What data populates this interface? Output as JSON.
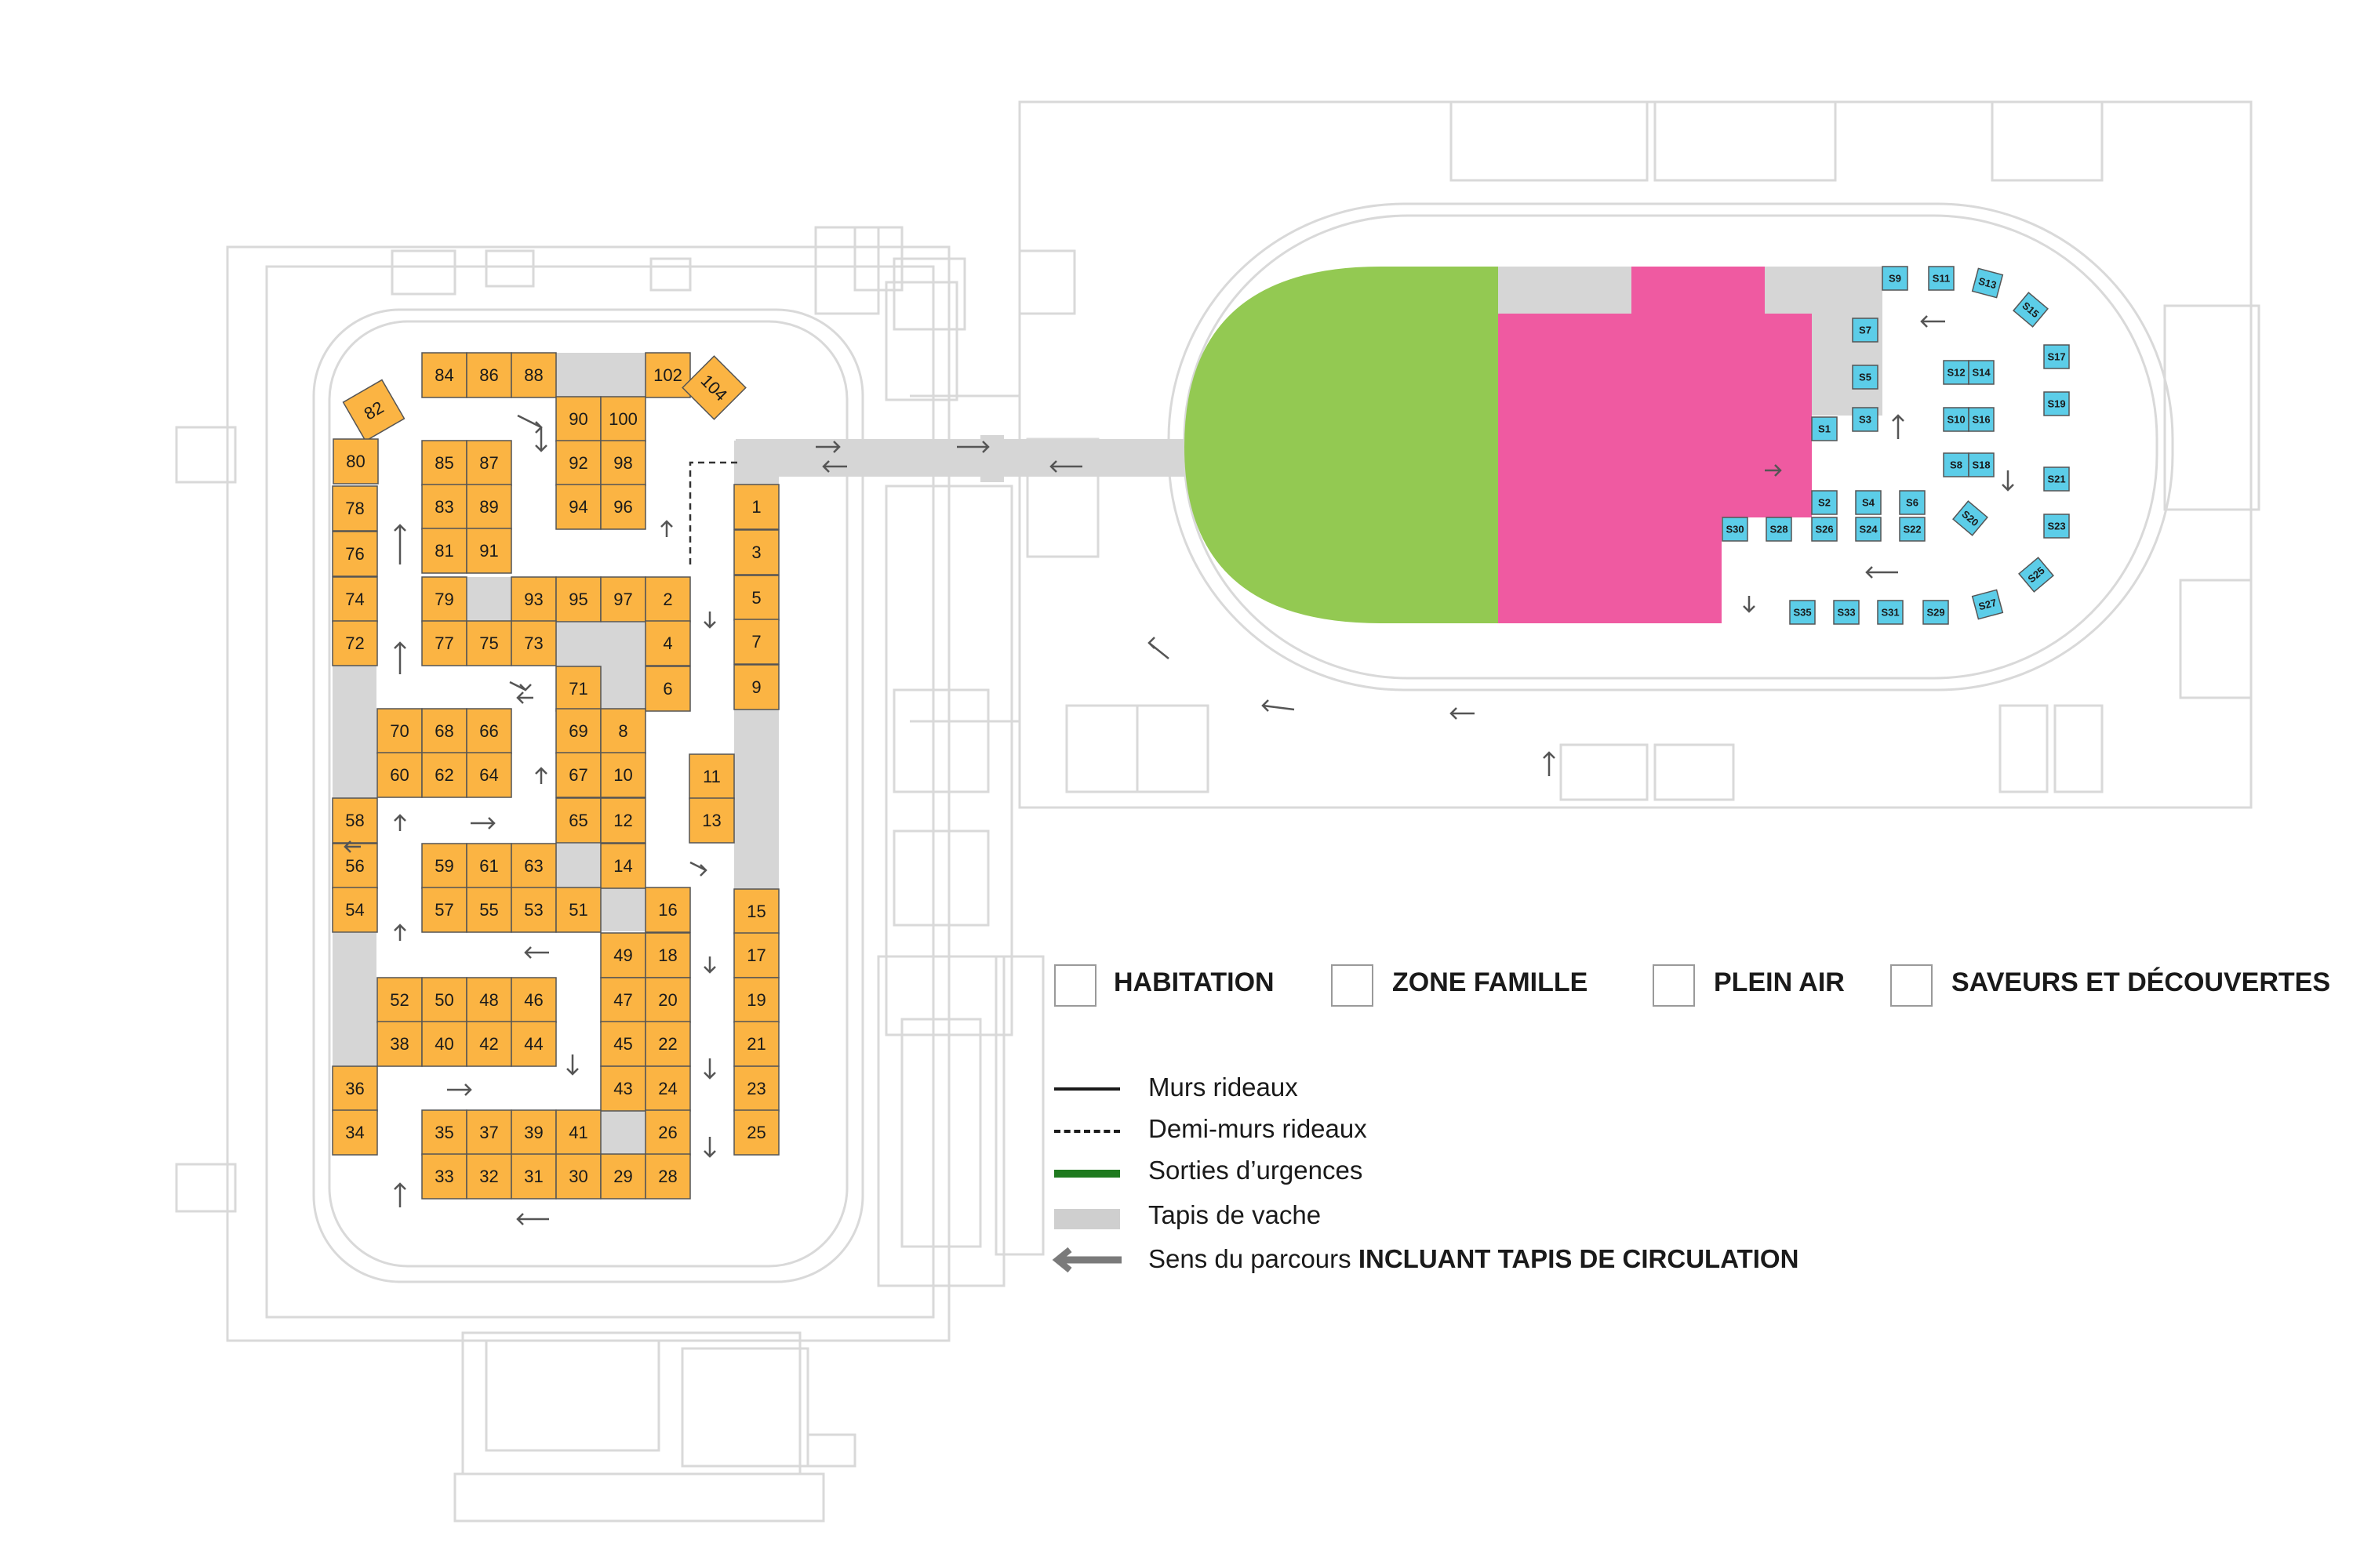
{
  "colors": {
    "habitation": "#fbb443",
    "famille": "#ef5aa1",
    "plein_air": "#93c952",
    "saveurs": "#5ccde8",
    "tapis": "#d6d6d6",
    "walls": "#d9d9d9",
    "arrows": "#555555",
    "exit_green": "#1f7a1f"
  },
  "booths": {
    "habitation": [
      "84",
      "86",
      "88",
      "102",
      "104",
      "82",
      "80",
      "78",
      "76",
      "74",
      "72",
      "58",
      "56",
      "54",
      "36",
      "34",
      "90",
      "100",
      "92",
      "98",
      "94",
      "96",
      "85",
      "87",
      "83",
      "89",
      "81",
      "91",
      "79",
      "93",
      "95",
      "97",
      "2",
      "77",
      "75",
      "73",
      "4",
      "6",
      "71",
      "70",
      "68",
      "66",
      "69",
      "8",
      "60",
      "62",
      "64",
      "67",
      "10",
      "65",
      "12",
      "11",
      "13",
      "59",
      "61",
      "63",
      "14",
      "57",
      "55",
      "53",
      "51",
      "16",
      "49",
      "18",
      "52",
      "50",
      "48",
      "46",
      "47",
      "20",
      "38",
      "40",
      "42",
      "44",
      "45",
      "22",
      "43",
      "24",
      "35",
      "37",
      "39",
      "41",
      "26",
      "33",
      "32",
      "31",
      "30",
      "29",
      "28",
      "1",
      "3",
      "5",
      "7",
      "9",
      "15",
      "17",
      "19",
      "21",
      "23",
      "25"
    ],
    "saveurs": [
      "S9",
      "S11",
      "S13",
      "S15",
      "S7",
      "S5",
      "S3",
      "S1",
      "S12",
      "S14",
      "S10",
      "S16",
      "S8",
      "S18",
      "S17",
      "S19",
      "S21",
      "S23",
      "S2",
      "S4",
      "S6",
      "S20",
      "S30",
      "S28",
      "S26",
      "S24",
      "S22",
      "S25",
      "S27",
      "S35",
      "S33",
      "S31",
      "S29"
    ]
  },
  "legend": {
    "categories": [
      {
        "key": "habitation",
        "label": "HABITATION",
        "color": "#fbb443"
      },
      {
        "key": "famille",
        "label": "ZONE FAMILLE",
        "color": "#ef5aa1"
      },
      {
        "key": "plein_air",
        "label": "PLEIN AIR",
        "color": "#93c952"
      },
      {
        "key": "saveurs",
        "label": "SAVEURS ET DÉCOUVERTES",
        "color": "#5ccde8"
      }
    ],
    "lines": {
      "murs": "Murs rideaux",
      "demi_murs": "Demi-murs rideaux",
      "sorties": "Sorties d’urgences",
      "tapis": "Tapis de vache",
      "sens_prefix": "Sens du parcours ",
      "sens_bold": "INCLUANT TAPIS DE CIRCULATION"
    }
  }
}
